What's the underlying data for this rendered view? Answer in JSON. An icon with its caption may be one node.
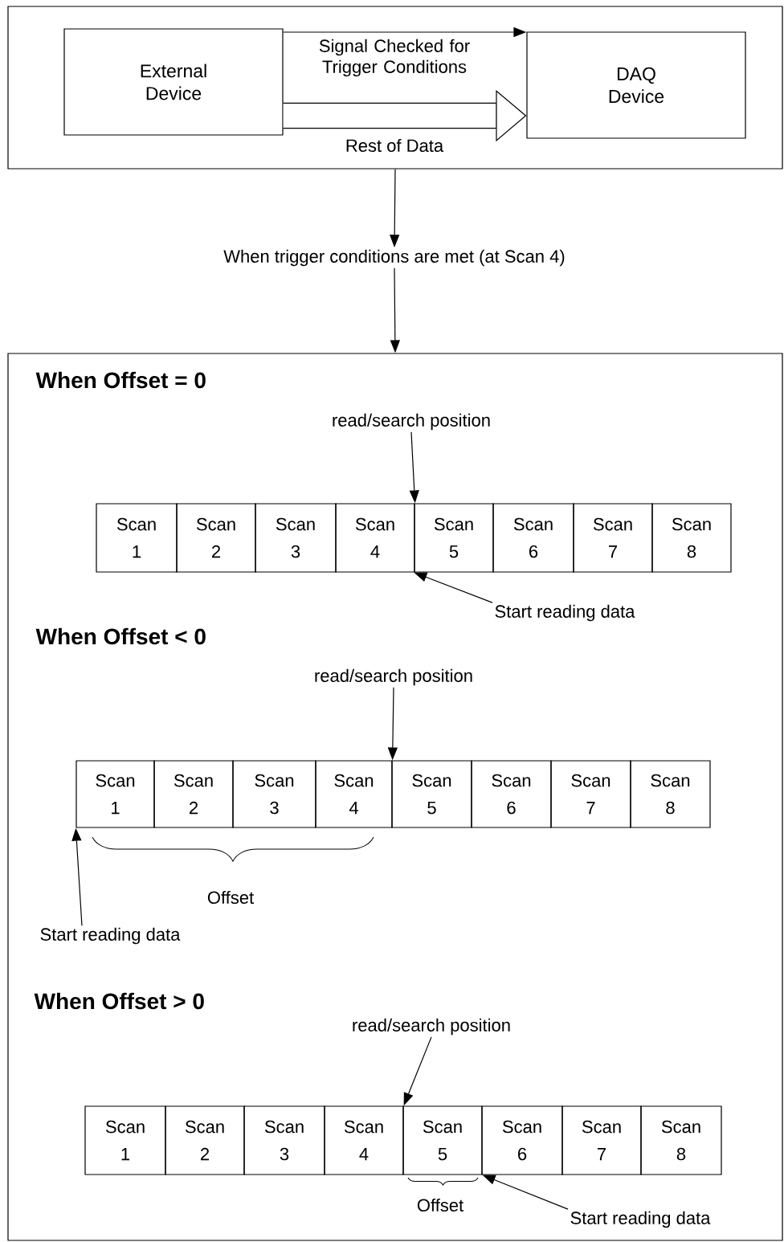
{
  "diagram": {
    "nodes": [
      {
        "text": [],
        "shape": "box"
      },
      {
        "text": [
          "External Device"
        ],
        "in": 0
      },
      {
        "text": [
          "DAQ Device"
        ],
        "in": 0
      },
      {
        "text": [
          "When trigger conditions are met (at Scan 4)"
        ]
      },
      {
        "text": [],
        "shape": "box"
      },
      {
        "text": [
          "read/search position"
        ],
        "in": 4
      },
      {
        "text": [
          "Scan 1"
        ],
        "in": 4
      },
      {
        "text": [
          "Scan 2"
        ],
        "in": 4
      },
      {
        "text": [
          "Scan 3"
        ],
        "in": 4
      },
      {
        "text": [
          "Scan 4"
        ],
        "in": 4
      },
      {
        "text": [
          "Scan 5"
        ],
        "in": 4
      },
      {
        "text": [
          "Scan 6"
        ],
        "in": 4
      },
      {
        "text": [
          "Scan 7"
        ],
        "in": 4
      },
      {
        "text": [
          "Scan 8"
        ],
        "in": 4
      },
      {
        "text": [
          "Start reading data"
        ],
        "in": 4
      },
      {
        "text": [
          "read/search position"
        ],
        "in": 4
      },
      {
        "text": [
          "Scan 1"
        ],
        "in": 4
      },
      {
        "text": [
          "Scan 2"
        ],
        "in": 4
      },
      {
        "text": [
          "Scan 3"
        ],
        "in": 4
      },
      {
        "text": [
          "Scan 4"
        ],
        "in": 4
      },
      {
        "text": [
          "Scan 5"
        ],
        "in": 4
      },
      {
        "text": [
          "Scan 6"
        ],
        "in": 4
      },
      {
        "text": [
          "Scan 7"
        ],
        "in": 4
      },
      {
        "text": [
          "Scan 8"
        ],
        "in": 4
      },
      {
        "text": [
          "Start reading data"
        ],
        "in": 4
      },
      {
        "text": [
          "read/search position"
        ],
        "in": 4
      },
      {
        "text": [
          "Scan 1"
        ],
        "in": 4
      },
      {
        "text": [
          "Scan 2"
        ],
        "in": 4
      },
      {
        "text": [
          "Scan 3"
        ],
        "in": 4
      },
      {
        "text": [
          "Scan 4"
        ],
        "in": 4
      },
      {
        "text": [
          "Scan 5"
        ],
        "in": 4
      },
      {
        "text": [
          "Scan 6"
        ],
        "in": 4
      },
      {
        "text": [
          "Scan 7"
        ],
        "in": 4
      },
      {
        "text": [
          "Scan 8"
        ],
        "in": 4
      },
      {
        "text": [
          "Start reading data"
        ],
        "in": 4
      }
    ],
    "edges": [
      {
        "from": 1,
        "to": 2,
        "arrow": "to",
        "label": "Signal Checked for Trigger Conditions"
      },
      {
        "from": 1,
        "to": 2,
        "arrow": "to",
        "label": "Rest of Data",
        "style": "thick"
      },
      {
        "from": 0,
        "to": 3,
        "arrow": "to"
      },
      {
        "from": 3,
        "to": 4,
        "arrow": "to"
      },
      {
        "from": 5,
        "to": 9,
        "arrow": "to"
      },
      {
        "from": 14,
        "to": 10,
        "arrow": "to"
      },
      {
        "from": 15,
        "to": 19,
        "arrow": "to"
      },
      {
        "from": 24,
        "to": 16,
        "arrow": "to"
      },
      {
        "from": 25,
        "to": 29,
        "arrow": "to"
      },
      {
        "from": 34,
        "to": 30,
        "arrow": "to"
      }
    ],
    "labels": [
      "When Offset = 0",
      "When Offset < 0",
      "Offset",
      "When Offset > 0",
      "Offset"
    ]
  }
}
